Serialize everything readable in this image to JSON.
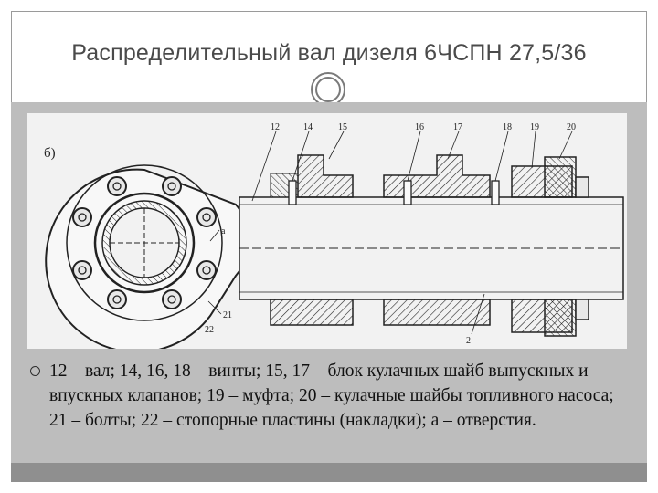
{
  "slide": {
    "title": "Распределительный вал дизеля 6ЧСПН 27,5/36",
    "caption": "12 – вал; 14, 16, 18 – винты; 15, 17 – блок кулачных шайб выпускных и впускных клапанов; 19 – муфта; 20 – кулачные шайбы топливного насоса; 21 – болты; 22 – стопорные пластины (накладки); а – отверстия."
  },
  "figure": {
    "panel_label": "б)",
    "callouts": [
      "12",
      "14",
      "15",
      "16",
      "17",
      "18",
      "19",
      "20",
      "a",
      "21",
      "22",
      "2"
    ]
  }
}
